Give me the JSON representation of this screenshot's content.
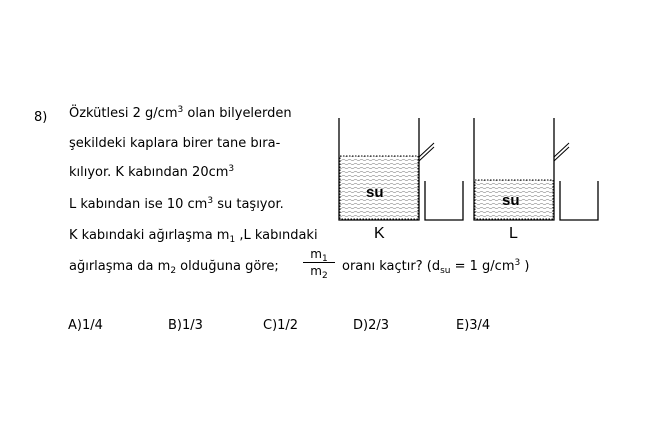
{
  "question": {
    "number": "8)",
    "line1": {
      "text": "Özkütlesi 2 g/cm",
      "sup": "3",
      "rest": " olan bilyelerden"
    },
    "line2": "şekildeki kaplara birer tane bıra-",
    "line3": {
      "text": "kılıyor. K kabından 20cm",
      "sup": "3"
    },
    "line4": {
      "text": "L kabından ise 10 cm",
      "sup": "3",
      "rest": " su taşıyor."
    },
    "line5": {
      "a": "K kabındaki ağırlaşma m",
      "sub1": "1",
      "b": " ,L kabındaki"
    },
    "line6": {
      "a": "ağırlaşma da m",
      "sub2": "2",
      "b": " olduğuna göre;"
    },
    "fraction": {
      "num": "m",
      "num_sub": "1",
      "den": "m",
      "den_sub": "2"
    },
    "ratio": {
      "a": "oranı kaçtır? (d",
      "sub": "su",
      "b": " = 1 g/cm",
      "sup": "3",
      "c": " )"
    }
  },
  "figure": {
    "water_label": "su",
    "container_labels": [
      "K",
      "L"
    ]
  },
  "options": [
    "A)1/4",
    "B)1/3",
    "C)1/2",
    "D)2/3",
    "E)3/4"
  ]
}
